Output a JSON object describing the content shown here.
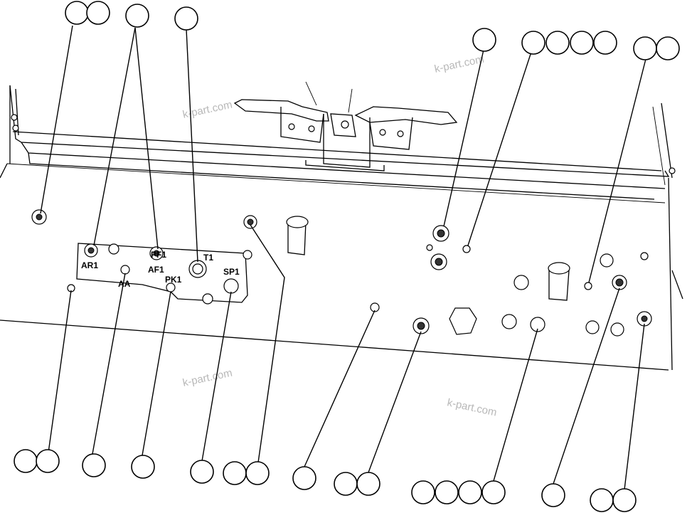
{
  "port_labels": {
    "ar1": "AR1",
    "af1": "AF1",
    "t1": "T1",
    "aa": "AA",
    "pk1": "PK1",
    "sp1": "SP1",
    "pf1": "PF1"
  },
  "watermarks": {
    "wm1": "k-part.com",
    "wm2": "k-part.com",
    "wm3": "k-part.com",
    "wm4": "k-part.com"
  },
  "colors": {
    "line": "#000000",
    "background": "#ffffff",
    "watermark": "#b8b8b8"
  }
}
